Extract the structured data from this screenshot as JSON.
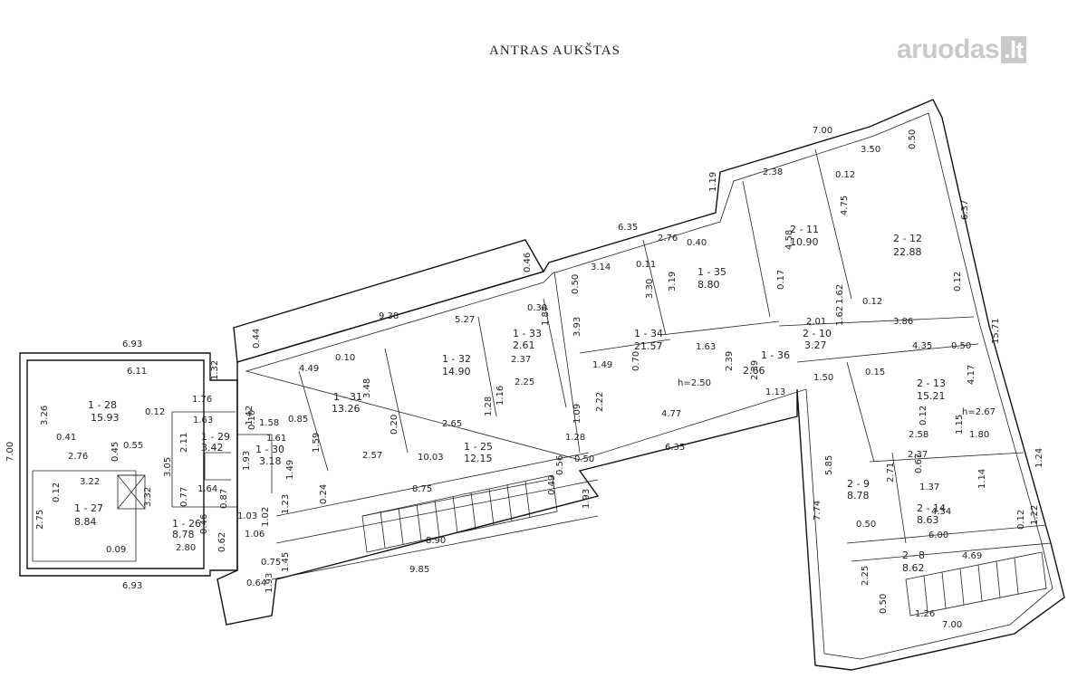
{
  "title": "ANTRAS AUKŠTAS",
  "watermark": {
    "text": "aruodas",
    "tld": ".lt",
    "color": "#c9c9c9"
  },
  "rooms": [
    {
      "id": "1 - 28",
      "area": "15.93"
    },
    {
      "id": "1 - 27",
      "area": "8.84"
    },
    {
      "id": "1 - 29",
      "area": "3.42"
    },
    {
      "id": "1 - 30",
      "area": "3.18"
    },
    {
      "id": "1 - 26",
      "area": "8.78"
    },
    {
      "id": "1 - 31",
      "area": "13.26"
    },
    {
      "id": "1 - 32",
      "area": "14.90"
    },
    {
      "id": "1 - 33",
      "area": "2.61"
    },
    {
      "id": "1 - 25",
      "area": "12.15"
    },
    {
      "id": "1 - 34",
      "area": "21.57"
    },
    {
      "id": "1 - 35",
      "area": "8.80"
    },
    {
      "id": "1 - 36",
      "area": "2.66"
    },
    {
      "id": "2 - 11",
      "area": "10.90"
    },
    {
      "id": "2 - 12",
      "area": "22.88"
    },
    {
      "id": "2 - 10",
      "area": "3.27"
    },
    {
      "id": "2 - 13",
      "area": "15.21"
    },
    {
      "id": "2 - 9",
      "area": "8.78"
    },
    {
      "id": "2 - 14",
      "area": "8.63"
    },
    {
      "id": "2 - 8",
      "area": "8.62"
    }
  ],
  "heights": [
    "h=2.50",
    "h=2.67"
  ],
  "dimensions": [
    "6.93",
    "6.11",
    "1.32",
    "0.41",
    "0.12",
    "3.26",
    "7.00",
    "1.76",
    "2.76",
    "0.45",
    "0.55",
    "3.22",
    "0.12",
    "2.75",
    "0.09",
    "2.80",
    "6.93",
    "1.63",
    "2.11",
    "3.05",
    "0.77",
    "1.64",
    "0.87",
    "1.61",
    "1.58",
    "1.42",
    "0.10",
    "1.49",
    "1.93",
    "0.85",
    "1.59",
    "4.49",
    "0.10",
    "3.48",
    "0.20",
    "2.57",
    "9.38",
    "0.44",
    "0.46",
    "5.27",
    "0.30",
    "1.87",
    "2.37",
    "2.25",
    "1.16",
    "1.28",
    "2.65",
    "10.03",
    "3.32",
    "0.46",
    "0.62",
    "1.03",
    "1.02",
    "1.23",
    "0.24",
    "1.06",
    "8.75",
    "0.49",
    "0.56",
    "1.93",
    "0.50",
    "1.09",
    "1.28",
    "8.90",
    "9.85",
    "1.45",
    "0.75",
    "0.64",
    "1.93",
    "6.35",
    "3.14",
    "0.11",
    "0.50",
    "3.93",
    "3.30",
    "1.49",
    "0.70",
    "2.22",
    "4.77",
    "6.35",
    "2.76",
    "0.40",
    "3.19",
    "1.63",
    "2.39",
    "2.39",
    "1.13",
    "1.19",
    "2.38",
    "4.58",
    "0.17",
    "7.00",
    "3.50",
    "0.50",
    "0.12",
    "4.75",
    "6.37",
    "0.12",
    "1.62",
    "3.86",
    "0.12",
    "2.01",
    "1.62",
    "15.71",
    "4.35",
    "0.50",
    "1.50",
    "0.15",
    "4.17",
    "0.12",
    "2.58",
    "1.80",
    "2.37",
    "1.15",
    "0.67",
    "1.37",
    "1.14",
    "1.24",
    "2.71",
    "5.85",
    "0.50",
    "4.34",
    "6.00",
    "0.12",
    "1.22",
    "7.74",
    "4.69",
    "2.25",
    "0.50",
    "1.26",
    "7.00"
  ]
}
